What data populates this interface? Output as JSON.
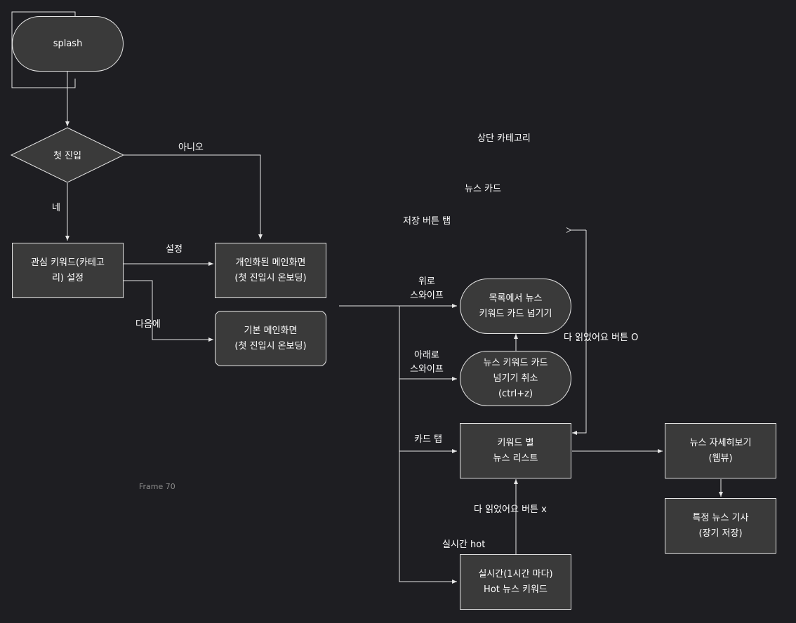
{
  "frame": {
    "label": "Frame 70"
  },
  "nodes": {
    "splash": "splash",
    "first_entry": "첫 진입",
    "keyword_setup": "관심 키워드(카테고\n리) 설정",
    "personal_main": "개인화된 메인화면\n(첫 진입시 온보딩)",
    "basic_main": "기본 메인화면\n(첫 진입시 온보딩)",
    "skip_card": "목록에서 뉴스\n키워드 카드 넘기기",
    "undo_skip": "뉴스 키워드 카드\n넘기기 취소\n(ctrl+z)",
    "keyword_list": "키워드 별\n뉴스 리스트",
    "news_detail": "뉴스 자세히보기\n(웹뷰)",
    "saved_article": "특정 뉴스 기사\n(장기 저장)",
    "realtime_hot": "실시간(1시간 마다)\nHot 뉴스 키워드"
  },
  "labels": {
    "no": "아니오",
    "yes": "네",
    "setup": "설정",
    "next_time": "다음에",
    "swipe_up": "위로\n스와이프",
    "swipe_down": "아래로\n스와이프",
    "card_tap": "카드 탭",
    "read_all_o": "다 읽었어요 버튼 O",
    "read_all_x": "다 읽었어요 버튼 x",
    "realtime_hot": "실시간 hot",
    "top_category": "상단 카테고리",
    "news_card": "뉴스 카드",
    "save_button_tap": "저장 버튼 탭"
  },
  "colors": {
    "background": "#1e1e22",
    "node_fill": "#3a3a3a",
    "stroke": "#e6e6e6",
    "text": "#ffffff",
    "frame_label": "#8a8a8a"
  }
}
